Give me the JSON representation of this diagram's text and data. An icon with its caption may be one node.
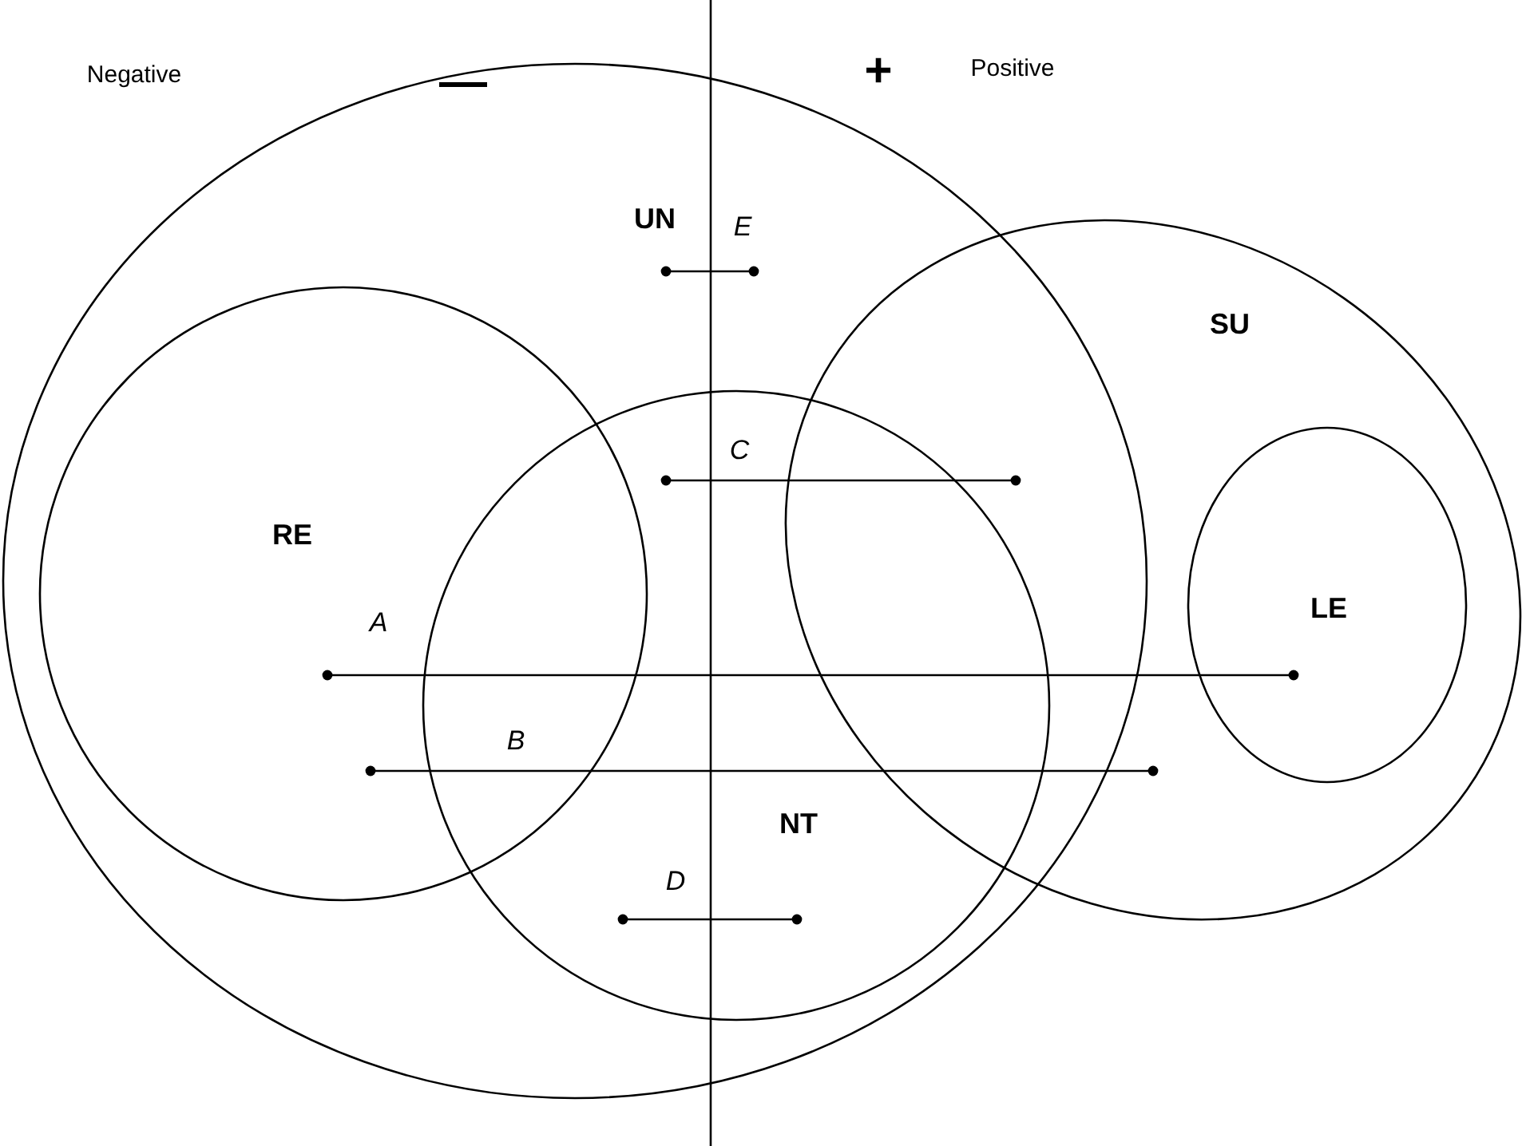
{
  "diagram": {
    "nodes": [
      {
        "text": [
          "UN"
        ]
      },
      {
        "text": [
          "RE"
        ],
        "in": 0
      },
      {
        "text": [
          "NT"
        ],
        "in": 0
      },
      {
        "text": [
          "SU"
        ]
      },
      {
        "text": [
          "LE"
        ],
        "in": 3
      }
    ],
    "labels": [
      "Negative",
      "—",
      "+",
      "Positive",
      "E",
      "C",
      "A",
      "B",
      "D"
    ]
  }
}
